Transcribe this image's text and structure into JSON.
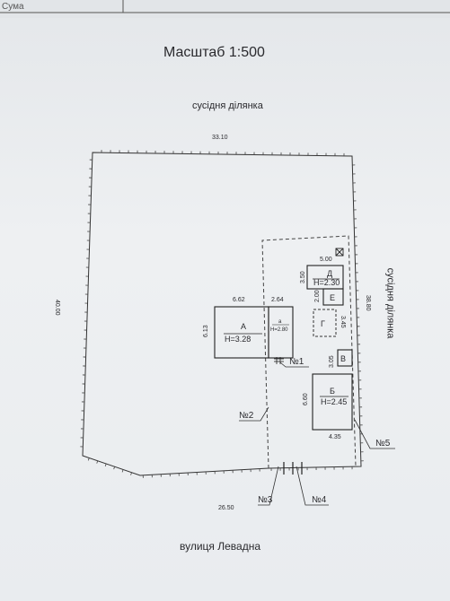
{
  "header": {
    "corner_text": "Сума"
  },
  "scale_title": "Масштаб 1:500",
  "labels": {
    "neighbor_top": "сусідня ділянка",
    "neighbor_right": "сусідня ділянка",
    "street": "вулиця Левадна"
  },
  "dimensions": {
    "top": "33.10",
    "left": "40.00",
    "right": "38.80",
    "bottom": "26.50",
    "a_width": "6.62",
    "a_gap": "2.64",
    "a_height": "6.13",
    "d_width": "5.00",
    "d_height": "3.50",
    "e_height": "2.00",
    "g_height": "3.45",
    "v_height": "3.05",
    "b_height": "6.60",
    "b_width": "4.35"
  },
  "buildings": {
    "a": {
      "letter": "А",
      "height": "Н=3.28"
    },
    "a_small": {
      "letter": "а",
      "height": "Н=2.80"
    },
    "d": {
      "letter": "Д",
      "height": "Н=2.30"
    },
    "e": {
      "letter": "Е"
    },
    "g": {
      "letter": "Г"
    },
    "v": {
      "letter": "В"
    },
    "b": {
      "letter": "Б",
      "height": "Н=2.45"
    }
  },
  "markers": {
    "n1": "№1",
    "n2": "№2",
    "n3": "№3",
    "n4": "№4",
    "n5": "№5"
  }
}
